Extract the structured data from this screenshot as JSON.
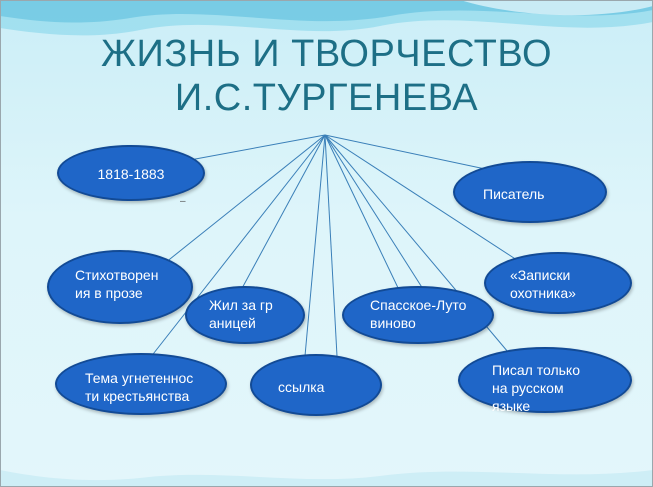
{
  "title": {
    "line1": "ЖИЗНЬ И ТВОРЧЕСТВО",
    "line2": "И.С.ТУРГЕНЕВА"
  },
  "nodes": {
    "years": "1818-1883",
    "writer": "Писатель",
    "prose_poems": "Стихотворения в прозе",
    "lived_abroad": "Жил за границей",
    "spasskoe": "Спасское-Лутовиново",
    "hunter_notes": "«Записки охотника»",
    "oppression": "Тема угнетенности крестьянства",
    "exile": "ссылка",
    "russian_only": "Писал только на русском языке"
  },
  "colors": {
    "node_fill": "#1f66c8",
    "node_border": "#124a95",
    "title": "#1d6f86",
    "line": "#3a7fb8"
  }
}
